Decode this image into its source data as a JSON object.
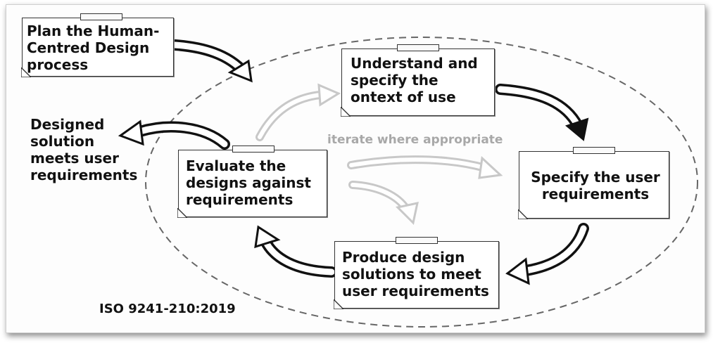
{
  "diagram": {
    "plan_note": "Plan the Human-\nCentred Design\n  process",
    "understand_note": "Understand and\nspecify the\nontext of use",
    "specify_note": "Specify the user\nrequirements",
    "produce_note": "Produce design\nsolutions to meet\nuser requirements",
    "evaluate_note": "Evaluate the\ndesigns against\nrequirements",
    "designed_solution": "Designed\nsolution\nmeets user\nrequirements",
    "iterate_label": "iterate where appropriate",
    "standard_label": "ISO 9241-210:2019"
  },
  "colors": {
    "ink": "#111111",
    "grey_arrow": "#c8c8c8",
    "iterate_text": "#a8a8a8",
    "dashed_cycle": "#666666"
  }
}
